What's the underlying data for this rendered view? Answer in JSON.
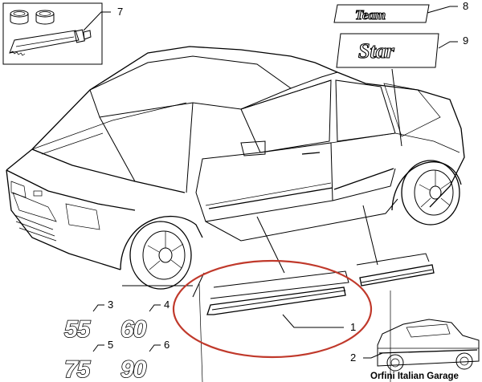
{
  "parts": [
    {
      "ref": "1"
    },
    {
      "ref": "2"
    },
    {
      "ref": "3",
      "badge_text": "55"
    },
    {
      "ref": "4",
      "badge_text": "60"
    },
    {
      "ref": "5",
      "badge_text": "75"
    },
    {
      "ref": "6",
      "badge_text": "90"
    },
    {
      "ref": "7"
    },
    {
      "ref": "8",
      "badge_text": "Team"
    },
    {
      "ref": "9",
      "badge_text": "Star"
    }
  ],
  "watermark": "Orfini Italian Garage",
  "colors": {
    "line": "#000000",
    "highlight_ellipse": "#c0392b",
    "background": "#ffffff"
  }
}
